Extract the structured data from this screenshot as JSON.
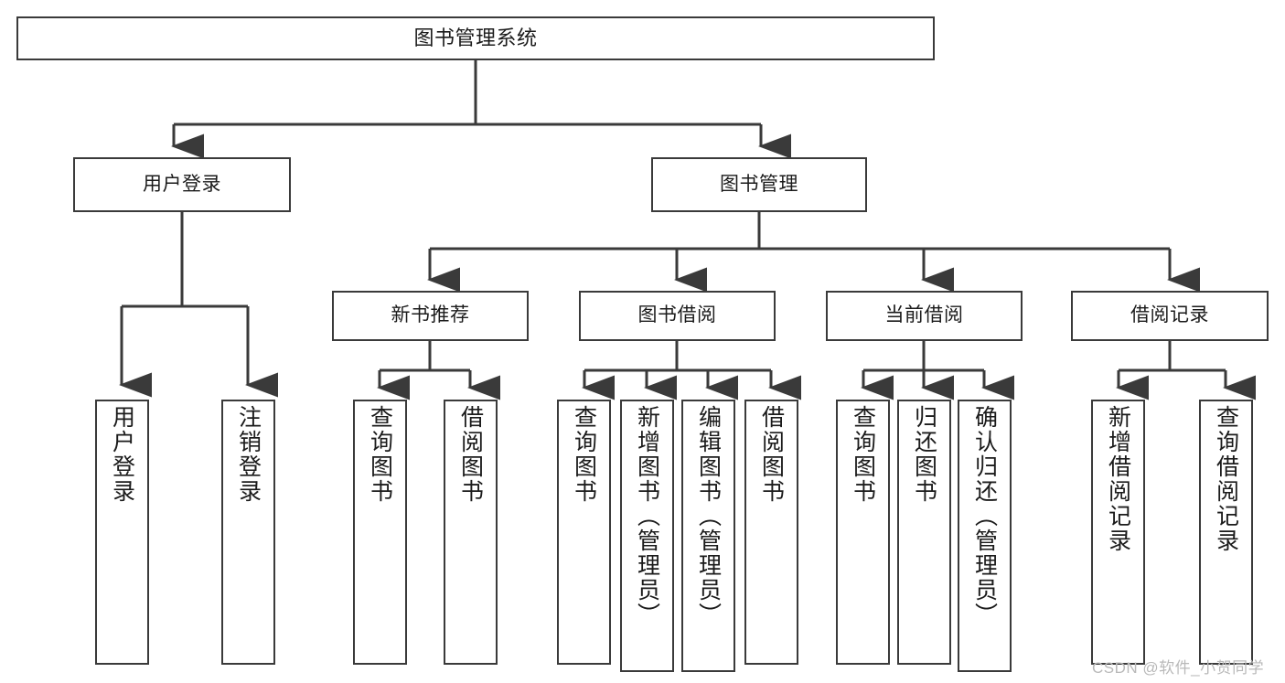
{
  "diagram": {
    "title": "图书管理系统",
    "type": "tree-hierarchy-diagram",
    "line_color": "#3a3a3a",
    "box_fill": "#ffffff",
    "background": "#ffffff"
  },
  "nodes": {
    "root": {
      "label": "图书管理系统"
    },
    "level1": [
      {
        "label": "用户登录"
      },
      {
        "label": "图书管理"
      }
    ],
    "level2": [
      {
        "label": "新书推荐"
      },
      {
        "label": "图书借阅"
      },
      {
        "label": "当前借阅"
      },
      {
        "label": "借阅记录"
      }
    ],
    "leaves_user_login": [
      {
        "label": "用户登录"
      },
      {
        "label": "注销登录"
      }
    ],
    "leaves_new_book": [
      {
        "label": "查询图书"
      },
      {
        "label": "借阅图书"
      }
    ],
    "leaves_borrow": [
      {
        "label": "查询图书"
      },
      {
        "label": "新增图书（管理员）"
      },
      {
        "label": "编辑图书（管理员）"
      },
      {
        "label": "借阅图书"
      }
    ],
    "leaves_current": [
      {
        "label": "查询图书"
      },
      {
        "label": "归还图书"
      },
      {
        "label": "确认归还（管理员）"
      }
    ],
    "leaves_records": [
      {
        "label": "新增借阅记录"
      },
      {
        "label": "查询借阅记录"
      }
    ]
  },
  "watermark": {
    "text": "CSDN @软件_小贺同学"
  }
}
